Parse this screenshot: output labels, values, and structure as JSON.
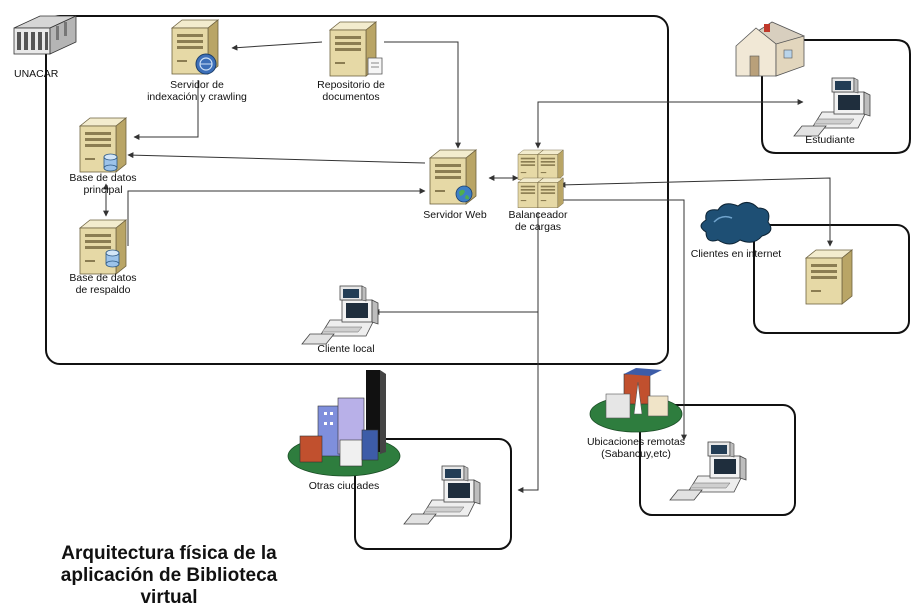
{
  "title": {
    "line1": "Arquitectura física de la",
    "line2": "aplicación de Biblioteca",
    "line3": "virtual"
  },
  "nodes": {
    "unacar": "UNACAR",
    "servidor_indexacion_l1": "Servidor de",
    "servidor_indexacion_l2": "indexación y crawling",
    "repositorio_l1": "Repositorio de",
    "repositorio_l2": "documentos",
    "bd_principal_l1": "Base de datos",
    "bd_principal_l2": "principal",
    "bd_respaldo_l1": "Base de datos",
    "bd_respaldo_l2": "de respaldo",
    "servidor_web": "Servidor Web",
    "balanceador_l1": "Balanceador",
    "balanceador_l2": "de cargas",
    "cliente_local": "Cliente local",
    "estudiante": "Estudiante",
    "clientes_internet": "Clientes en internet",
    "otras_ciudades": "Otras ciudades",
    "ubicaciones_l1": "Ubicaciones remotas",
    "ubicaciones_l2": "(Sabancuy,etc)"
  },
  "icons": {
    "server": "server-tower-icon",
    "database": "database-cylinder-icon",
    "globe": "globe-icon",
    "workstation": "workstation-icon",
    "house": "house-icon",
    "cloud": "cloud-icon",
    "city": "city-icon",
    "building": "building-icon",
    "load_balancer": "load-balancer-icon"
  },
  "colors": {
    "server_body": "#e6d9a6",
    "server_side": "#c2ae6e",
    "db_blue": "#9cc3ea",
    "line": "#333333",
    "cloud": "#1e4f74",
    "ground": "#2e7d3e"
  }
}
